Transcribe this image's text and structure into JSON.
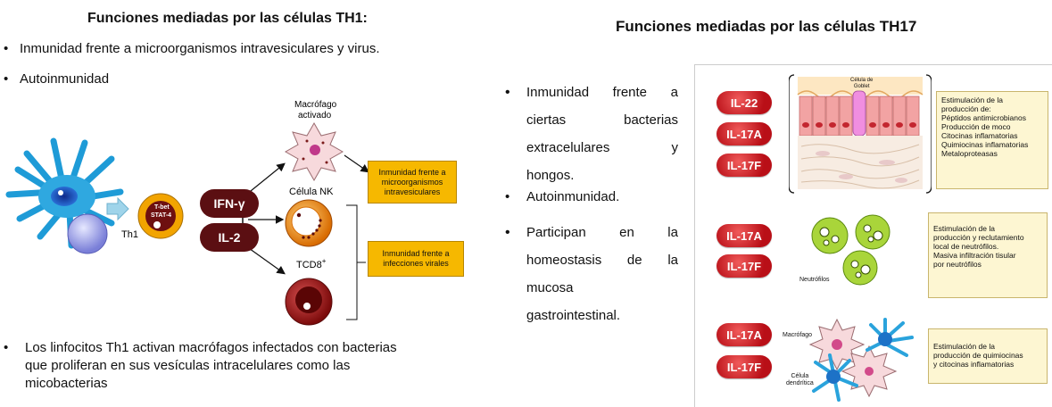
{
  "left": {
    "title": "Funciones mediadas por las células TH1:",
    "bullets": [
      "Inmunidad frente a microorganismos intravesiculares y virus.",
      "Autoinmunidad"
    ],
    "bottom_bullet": [
      "Los linfocitos Th1 activan macrófagos infectados con bacterias",
      "que proliferan en sus vesículas intracelulares como las",
      "micobacterias"
    ],
    "diagram": {
      "th1_label": "Th1",
      "tbet_label": "T-bet",
      "stat4_label": "STAT-4",
      "ifn_label": "IFN-γ",
      "il2_label": "IL-2",
      "macrophage_label": [
        "Macrófago",
        "activado"
      ],
      "nk_label": "Célula NK",
      "tcd8_label": "TCD8",
      "tcd8_sup": "+",
      "box1": [
        "Inmunidad frente a",
        "microorganismos",
        "intravesiculares"
      ],
      "box2": [
        "Inmunidad frente a",
        "infecciones virales"
      ]
    }
  },
  "right": {
    "title": "Funciones mediadas por las células TH17",
    "bullet1_lines": [
      [
        "Inmunidad",
        "frente",
        "a"
      ],
      [
        "ciertas",
        "bacterias"
      ],
      [
        "extracelulares",
        "y"
      ]
    ],
    "bullet1_last": "hongos.",
    "bullet2": "Autoinmunidad.",
    "bullet3_lines": [
      [
        "Participan",
        "en",
        "la"
      ],
      [
        "homeostasis",
        "de",
        "la"
      ]
    ],
    "bullet3_rest": [
      "mucosa",
      "gastrointestinal."
    ],
    "panel1": {
      "pills": [
        "IL-22",
        "IL-17A",
        "IL-17F"
      ],
      "goblet_label": [
        "Célula de",
        "Goblet"
      ],
      "box": [
        "Estimulación de la",
        "producción de:",
        "Péptidos antimicrobianos",
        "Producción de moco",
        "Citocinas inflamatorias",
        "Quimiocinas inflamatorias",
        "Metaloproteasas"
      ]
    },
    "panel2": {
      "pills": [
        "IL-17A",
        "IL-17F"
      ],
      "neutrophil_label": "Neutrófilos",
      "box": [
        "Estimulación de la",
        "producción y reclutamiento",
        "local de neutrófilos.",
        "Masiva infiltración tisular",
        "por neutrófilos"
      ]
    },
    "panel3": {
      "pills": [
        "IL-17A",
        "IL-17F"
      ],
      "macrophage_label": "Macrófago",
      "dendritic_label": [
        "Célula",
        "dendrítica"
      ],
      "box": [
        "Estimulación de la",
        "producción de quimiocinas",
        "y citocinas inflamatorias"
      ]
    }
  }
}
